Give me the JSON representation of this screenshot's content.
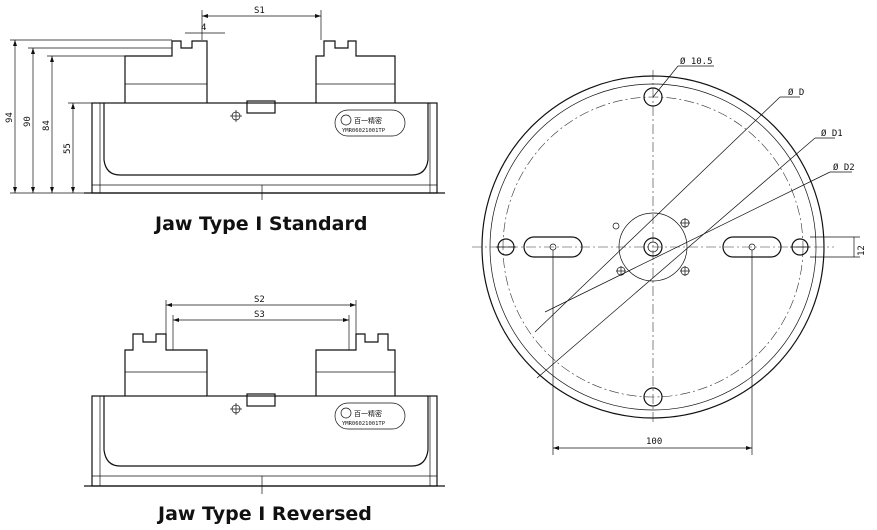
{
  "captions": {
    "standard": "Jaw Type I Standard",
    "reversed": "Jaw Type I Reversed"
  },
  "dimensions": {
    "s1": "S1",
    "s2": "S2",
    "s3": "S3",
    "jaw_gap": "4",
    "h94": "94",
    "h90": "90",
    "h84": "84",
    "h55": "55",
    "bolt_dia": "Ø 10.5",
    "d": "Ø D",
    "d1": "Ø D1",
    "d2": "Ø D2",
    "offset": "12",
    "spacing": "100"
  },
  "logo": {
    "brand": "百一精密",
    "model": "YMR06021001TP"
  }
}
